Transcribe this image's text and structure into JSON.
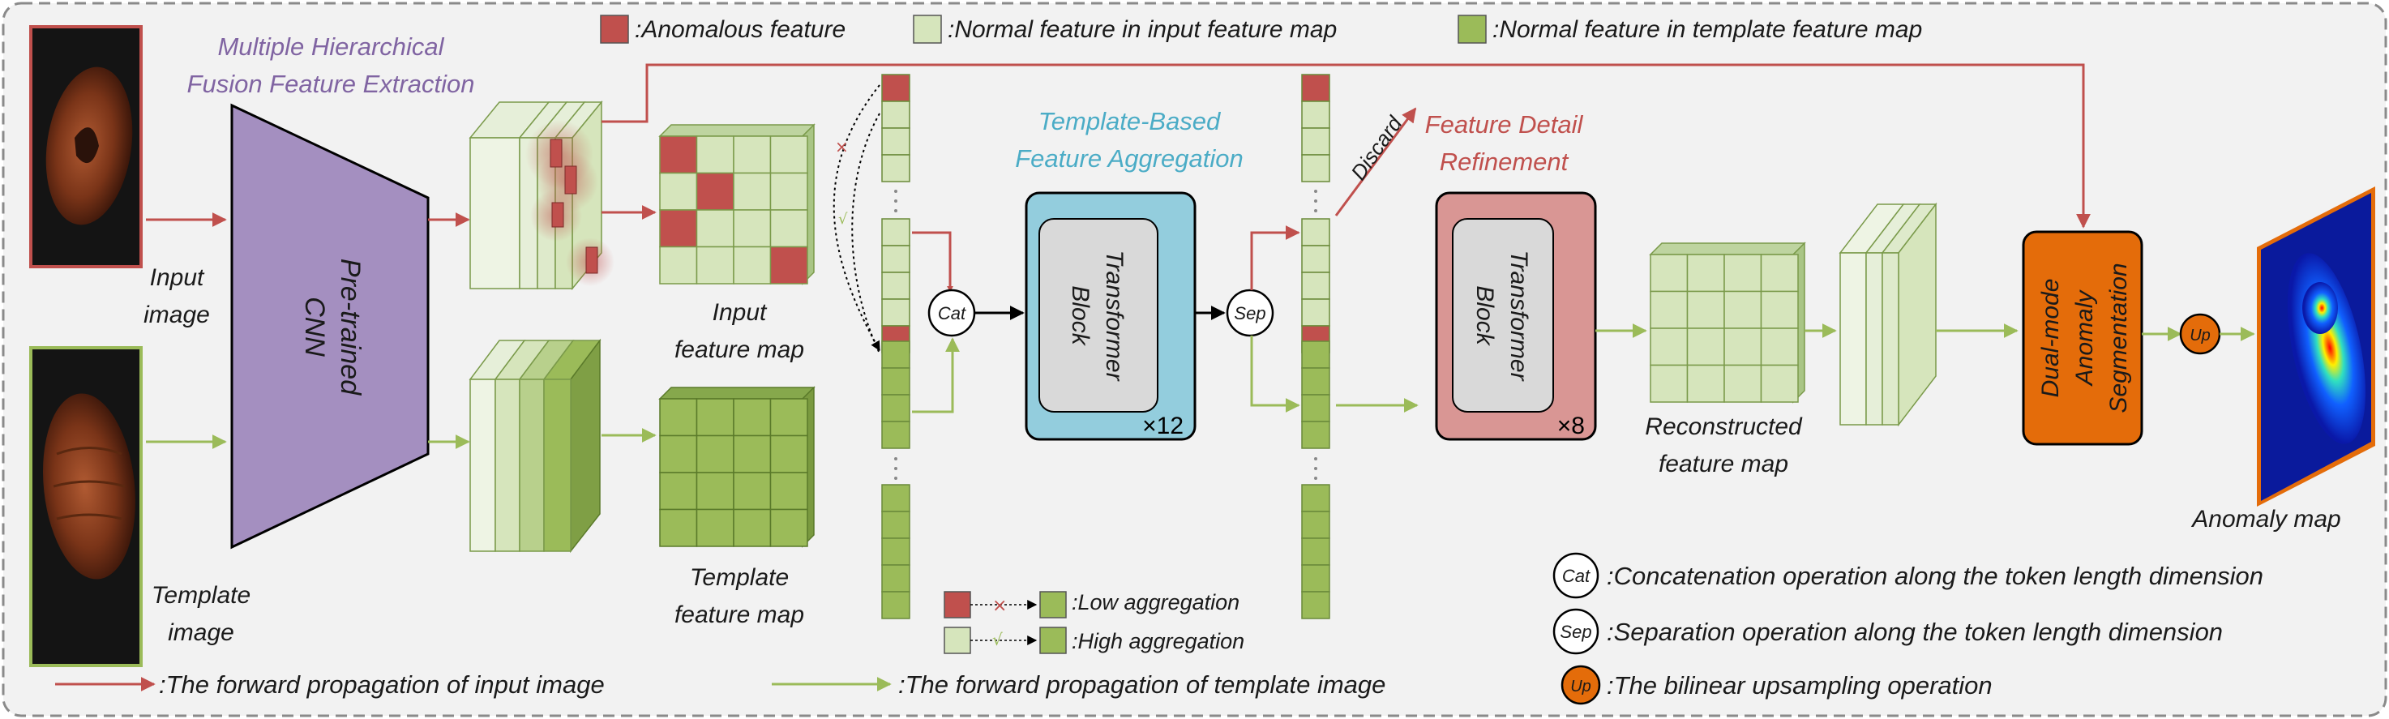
{
  "title": {
    "line1": "Multiple Hierarchical",
    "line2": "Fusion Feature Extraction"
  },
  "legend_top": {
    "anomalous": ":Anomalous feature",
    "normal_input": ":Normal feature in input feature map",
    "normal_template": ":Normal feature in template feature map"
  },
  "inputs": {
    "input_line1": "Input",
    "input_line2": "image",
    "template_line1": "Template",
    "template_line2": "image"
  },
  "encoder": {
    "line1": "Pre-trained",
    "line2": "CNN"
  },
  "feature_maps": {
    "input_line1": "Input",
    "input_line2": "feature map",
    "template_line1": "Template",
    "template_line2": "feature map",
    "reconstructed_line1": "Reconstructed",
    "reconstructed_line2": "feature map"
  },
  "aggregation": {
    "title_line1": "Template-Based",
    "title_line2": "Feature Aggregation",
    "block_line1": "Transformer",
    "block_line2": "Block",
    "repeat": "×12"
  },
  "refinement": {
    "title_line1": "Feature Detail",
    "title_line2": "Refinement",
    "block_line1": "Transformer",
    "block_line2": "Block",
    "repeat": "×8"
  },
  "ops": {
    "cat": "Cat",
    "sep": "Sep",
    "up": "Up",
    "discard": "Discard"
  },
  "segmentation": {
    "line1": "Dual-mode",
    "line2": "Anomaly",
    "line3": "Segmentation"
  },
  "output": {
    "label": "Anomaly map"
  },
  "agg_legend": {
    "low": ":Low aggregation",
    "high": ":High aggregation"
  },
  "bottom_legend": {
    "input_flow": ":The forward propagation of input image",
    "template_flow": ":The forward propagation of template image",
    "cat_desc": ":Concatenation operation along the token length dimension",
    "sep_desc": ":Separation operation along the token length dimension",
    "up_desc": ":The bilinear upsampling operation"
  },
  "colors": {
    "input_flow": "#c0504d",
    "template_flow": "#9bbb59",
    "anomalous": "#c0504d",
    "normal_input": "#d6e5bc",
    "normal_template": "#9bbb59",
    "cnn": "#a48fc0",
    "aggregation_block": "#93cddd",
    "refinement_block": "#d99694",
    "segmentation_block": "#e46c0a",
    "title_purple": "#8064a2",
    "title_cyan": "#4bacc6",
    "title_red": "#c0504d"
  }
}
